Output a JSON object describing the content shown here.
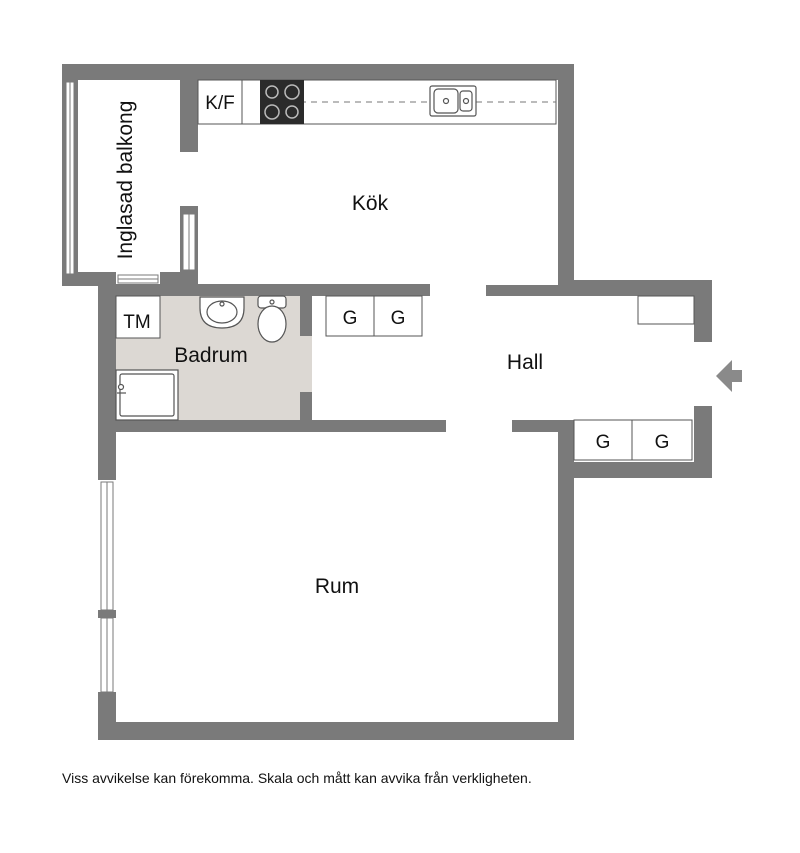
{
  "rooms": {
    "balcony": "Inglasad balkong",
    "kitchen": "Kök",
    "bathroom": "Badrum",
    "hall": "Hall",
    "room": "Rum"
  },
  "fixtures": {
    "fridge_freezer": "K/F",
    "washing_machine": "TM",
    "wardrobe_1": "G",
    "wardrobe_2": "G",
    "wardrobe_3": "G",
    "wardrobe_4": "G"
  },
  "disclaimer": "Viss avvikelse kan förekomma. Skala och mått kan avvika från verkligheten.",
  "colors": {
    "wall": "#7a7a7a",
    "bathroom_floor": "#dcd8d3",
    "floor": "#ffffff",
    "stove": "#2b2b2b",
    "entrance_arrow": "#8a8a8a"
  },
  "icons": [
    "entrance-arrow-icon",
    "stove-icon",
    "sink-icon",
    "washbasin-icon",
    "toilet-icon",
    "shower-icon"
  ]
}
